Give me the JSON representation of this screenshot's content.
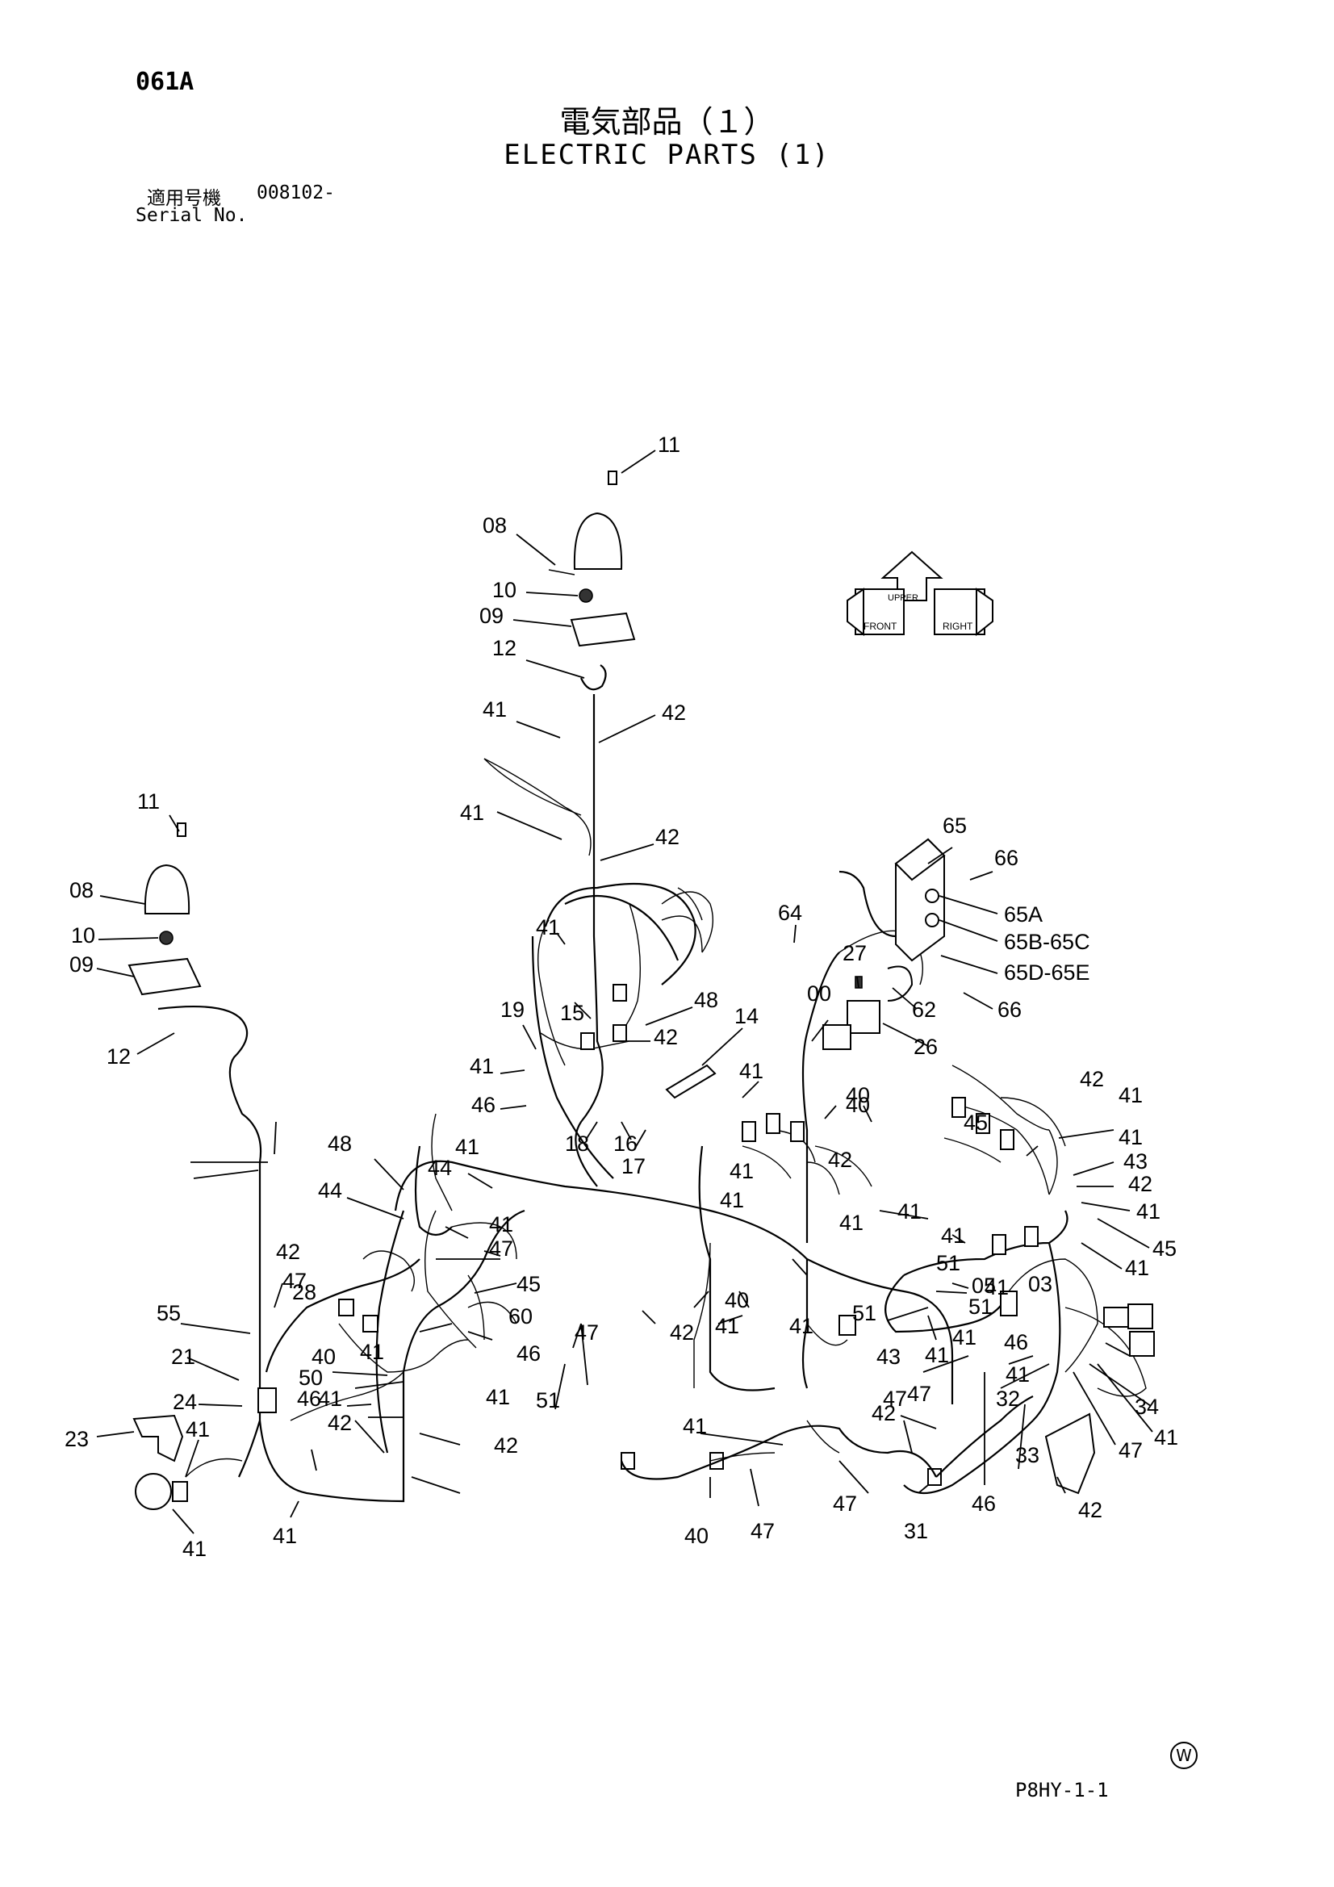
{
  "header": {
    "page_code": "061A",
    "title_jp": "電気部品（１）",
    "title_en": "ELECTRIC PARTS (1)",
    "serial_label_jp": "適用号機",
    "serial_value": "008102-",
    "serial_label_en": "Serial No."
  },
  "orientation_icon": {
    "labels": [
      "FRONT",
      "RIGHT",
      "UPPER"
    ]
  },
  "footer": {
    "mark": "W",
    "code": "P8HY-1-1"
  },
  "callouts": [
    "11",
    "08",
    "10",
    "09",
    "12",
    "41",
    "42",
    "41",
    "42",
    "11",
    "08",
    "10",
    "09",
    "12",
    "65",
    "66",
    "65A",
    "65B-65C",
    "65D-65E",
    "66",
    "62",
    "64",
    "27",
    "00",
    "26",
    "41",
    "15",
    "48",
    "19",
    "42",
    "14",
    "41",
    "46",
    "18",
    "16",
    "17",
    "41",
    "40",
    "40",
    "48",
    "41",
    "44",
    "44",
    "41",
    "47",
    "45",
    "41",
    "41",
    "42",
    "45",
    "41",
    "41",
    "43",
    "42",
    "41",
    "45",
    "41",
    "42",
    "41",
    "41",
    "41",
    "51",
    "41",
    "51",
    "41",
    "41",
    "43",
    "47",
    "05",
    "03",
    "51",
    "41",
    "46",
    "28",
    "40",
    "41",
    "50",
    "60",
    "46",
    "41",
    "46",
    "41",
    "42",
    "42",
    "55",
    "21",
    "24",
    "23",
    "41",
    "41",
    "42",
    "47",
    "47",
    "40",
    "41",
    "41",
    "51",
    "42",
    "47",
    "32",
    "33",
    "34",
    "47",
    "41",
    "41",
    "42",
    "40",
    "47",
    "47",
    "31",
    "46",
    "42",
    "41"
  ]
}
